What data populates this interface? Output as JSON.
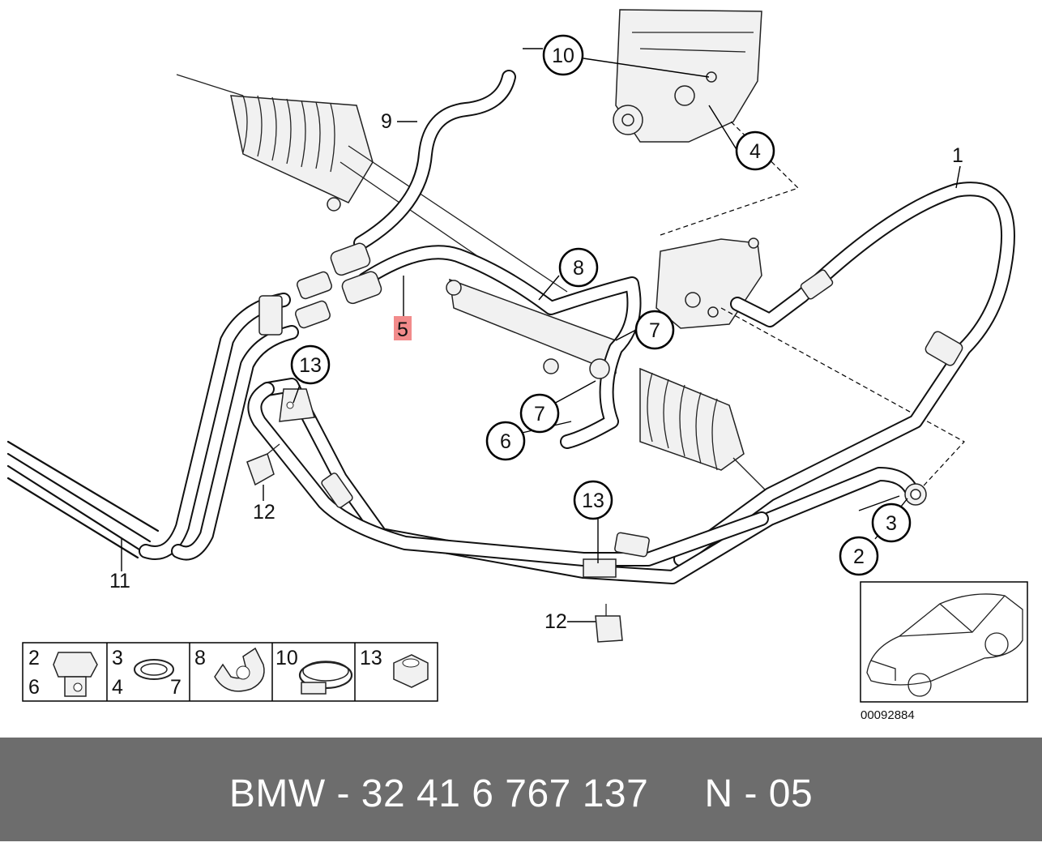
{
  "callouts": {
    "c1": "1",
    "c2": "2",
    "c3": "3",
    "c4": "4",
    "c5": "5",
    "c6": "6",
    "c7a": "7",
    "c7b": "7",
    "c8": "8",
    "c9": "9",
    "c10": "10",
    "c11": "11",
    "c12a": "12",
    "c12b": "12",
    "c13a": "13",
    "c13b": "13"
  },
  "highlight_color": "#f28b8b",
  "legend": {
    "cell1": [
      "2",
      "6"
    ],
    "cell2": [
      "3",
      "4",
      "7"
    ],
    "cell3": [
      "8"
    ],
    "cell4": [
      "10"
    ],
    "cell5": [
      "13"
    ]
  },
  "diagram_number": "00092884",
  "footer": {
    "brand": "BMW",
    "part_number": "32 41 6 767 137",
    "variant": "N - 05",
    "text": "BMW - 32 41 6 767 137     N - 05"
  }
}
